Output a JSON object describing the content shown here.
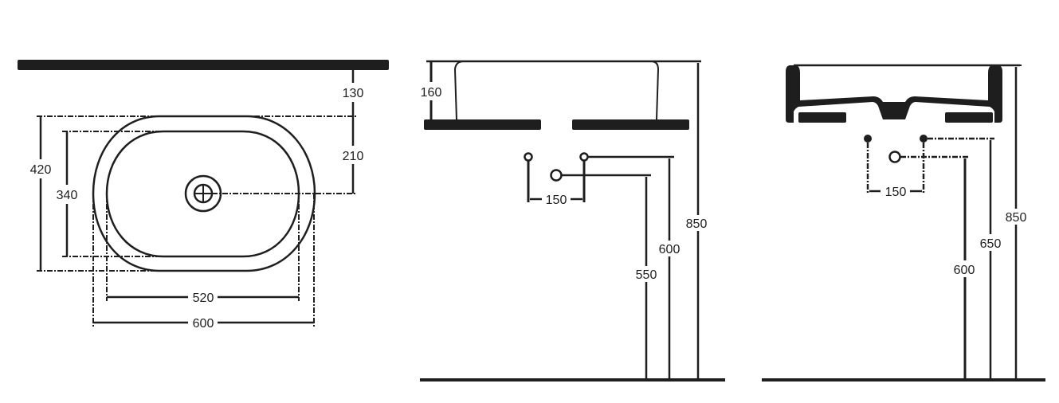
{
  "drawing": {
    "subject": "countertop oval washbasin",
    "units": "mm",
    "ink_color": "#1e1e1e",
    "background": "#ffffff"
  },
  "plan_view": {
    "dimensions": {
      "wall_to_basin": "130",
      "wall_to_drain": "210",
      "outer_depth": "420",
      "inner_depth": "340",
      "inner_width": "520",
      "outer_width": "600"
    }
  },
  "front_view": {
    "dimensions": {
      "basin_height": "160",
      "tap_spacing": "150",
      "drain_height": "550",
      "supply_height": "600",
      "total_height": "850"
    }
  },
  "side_view": {
    "dimensions": {
      "tap_spacing": "150",
      "drain_height": "600",
      "supply_height": "650",
      "total_height": "850"
    }
  }
}
